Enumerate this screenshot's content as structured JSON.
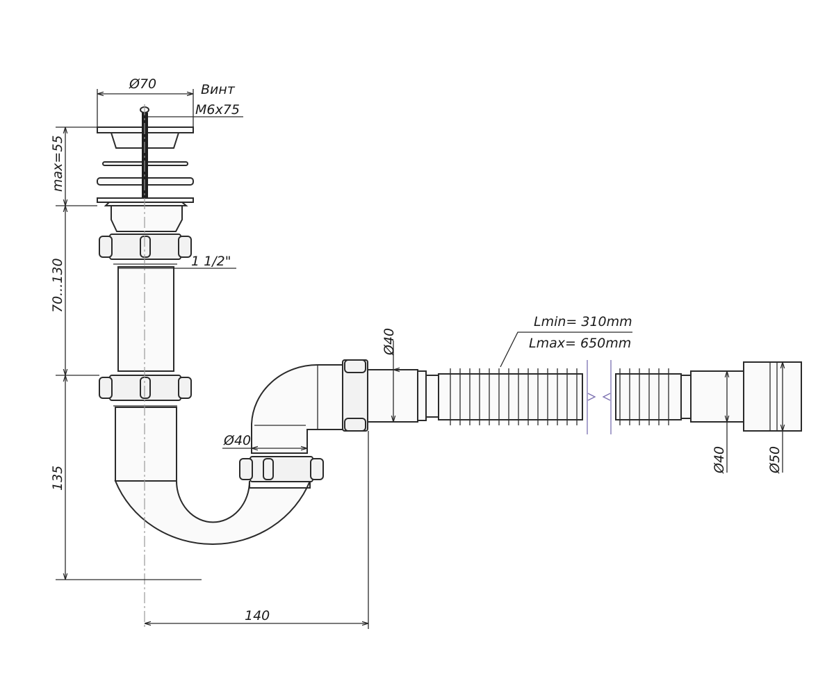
{
  "labels": {
    "grate_diameter": "Ø70",
    "screw_line1": "Винт",
    "screw_line2": "M6x75",
    "thickness_max": "max=55",
    "adjust_range": "70...130",
    "thread": "1 1/2\"",
    "trap_height": "135",
    "inlet_diameter": "Ø40",
    "outlet_diameter": "Ø40",
    "hose_length_min": "Lmin= 310mm",
    "hose_length_max": "Lmax= 650mm",
    "end_inner_diameter": "Ø40",
    "end_outer_diameter": "Ø50",
    "offset": "140"
  }
}
